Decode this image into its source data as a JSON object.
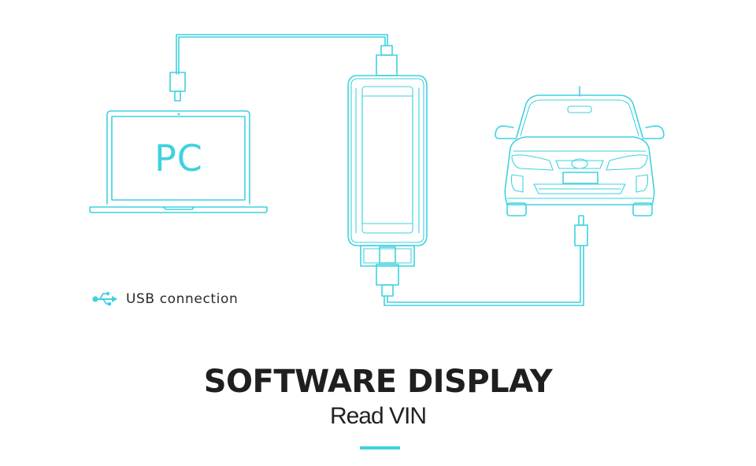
{
  "diagram": {
    "pc_label": "PC",
    "legend": {
      "icon": "usb-icon",
      "label": "USB connection"
    }
  },
  "footer": {
    "title": "SOFTWARE DISPLAY",
    "subtitle": "Read VIN"
  },
  "colors": {
    "accent": "#3fd2df",
    "text": "#1f1f1f"
  }
}
